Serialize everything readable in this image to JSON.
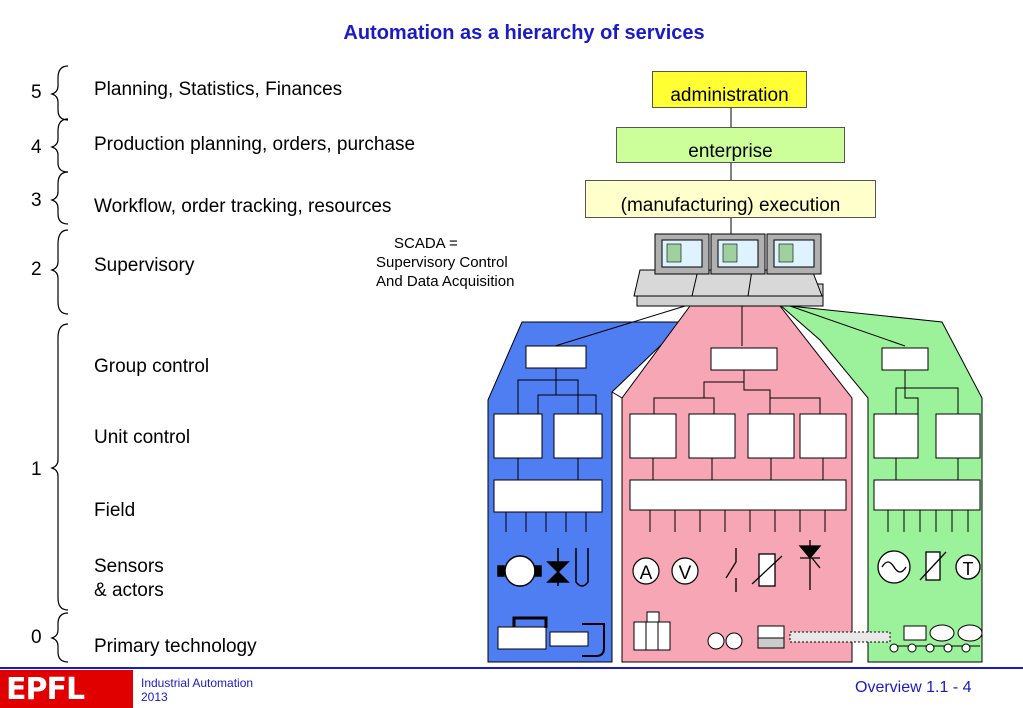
{
  "title": "Automation as a hierarchy of services",
  "levels": [
    {
      "number": "5",
      "text": "Planning, Statistics, Finances"
    },
    {
      "number": "4",
      "text": "Production planning, orders, purchase"
    },
    {
      "number": "3",
      "text": "Workflow, order tracking, resources"
    },
    {
      "number": "2",
      "text": "Supervisory"
    },
    {
      "number": "1",
      "items": [
        "Group control",
        "Unit control",
        "Field",
        "Sensors",
        "& actors"
      ]
    },
    {
      "number": "0",
      "text": "Primary technology"
    }
  ],
  "boxes": {
    "administration": "administration",
    "enterprise": "enterprise",
    "execution": "(manufacturing) execution"
  },
  "scada_note": [
    "SCADA =",
    "Supervisory Control",
    "And Data Acquisition"
  ],
  "instrument_labels": {
    "ammeter": "A",
    "voltmeter": "V",
    "thermometer": "T"
  },
  "colors": {
    "title": "#1a1ac8",
    "blue": "#4f7df2",
    "pink": "#f7a6b5",
    "green": "#9bf29b",
    "admin": "#ffff33",
    "enterprise": "#ccff99",
    "execution": "#ffffcc",
    "logo": "#e00000"
  },
  "footer": {
    "logo": "EPFL",
    "course": "Industrial Automation",
    "year": "2013",
    "page": "Overview 1.1 - 4"
  }
}
